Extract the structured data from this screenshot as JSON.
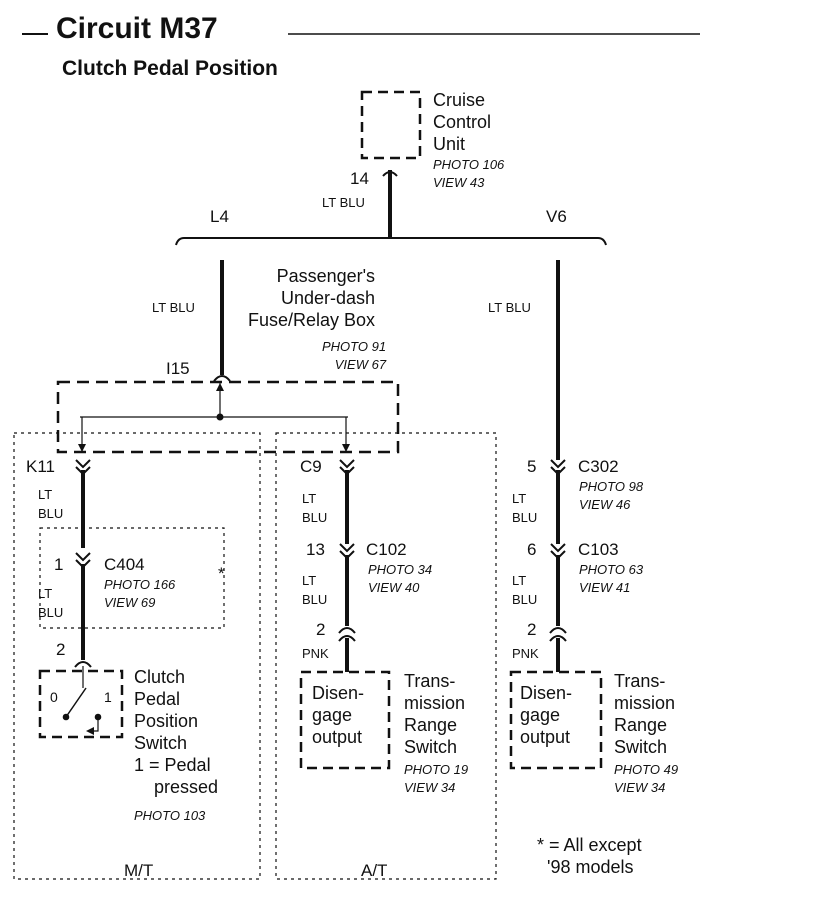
{
  "header": {
    "title": "Circuit M37",
    "subtitle": "Clutch Pedal Position"
  },
  "cruise_unit": {
    "label": "Cruise\nControl\nUnit",
    "photo": "PHOTO 106\nVIEW 43",
    "pin": "14",
    "wire": "LT BLU"
  },
  "branches": {
    "l4": "L4",
    "v6": "V6"
  },
  "fuse_box": {
    "label": "Passenger's\nUnder-dash\nFuse/Relay Box",
    "photo": "PHOTO 91\nVIEW 67",
    "pin": "I15",
    "wire_in": "LT BLU"
  },
  "mt": {
    "section": "M/T",
    "connector": "K11",
    "wire1": "LT\nBLU",
    "c404_pin": "1",
    "c404": "C404",
    "c404_photo": "PHOTO 166\nVIEW 69",
    "c404_note": "*",
    "wire2": "LT\nBLU",
    "switch_pin": "2",
    "switch_contact_0": "0",
    "switch_contact_1": "1",
    "switch_label": "Clutch\nPedal\nPosition\nSwitch\n1 = Pedal\n    pressed",
    "switch_photo": "PHOTO 103"
  },
  "at": {
    "section": "A/T",
    "connector": "C9",
    "wire1": "LT\nBLU",
    "c102_pin": "13",
    "c102": "C102",
    "c102_photo": "PHOTO 34\nVIEW 40",
    "wire2": "LT\nBLU",
    "switch_pin": "2",
    "switch_wire": "PNK",
    "output": "Disen-\ngage\noutput",
    "switch_label": "Trans-\nmission\nRange\nSwitch",
    "switch_photo": "PHOTO 19\nVIEW 34"
  },
  "v6_side": {
    "wire_top": "LT BLU",
    "c302_pin": "5",
    "c302": "C302",
    "c302_photo": "PHOTO 98\nVIEW 46",
    "wire1": "LT\nBLU",
    "c103_pin": "6",
    "c103": "C103",
    "c103_photo": "PHOTO 63\nVIEW 41",
    "wire2": "LT\nBLU",
    "switch_pin": "2",
    "switch_wire": "PNK",
    "output": "Disen-\ngage\noutput",
    "switch_label": "Trans-\nmission\nRange\nSwitch",
    "switch_photo": "PHOTO 49\nVIEW 34"
  },
  "footnote": "* = All except\n  '98 models"
}
